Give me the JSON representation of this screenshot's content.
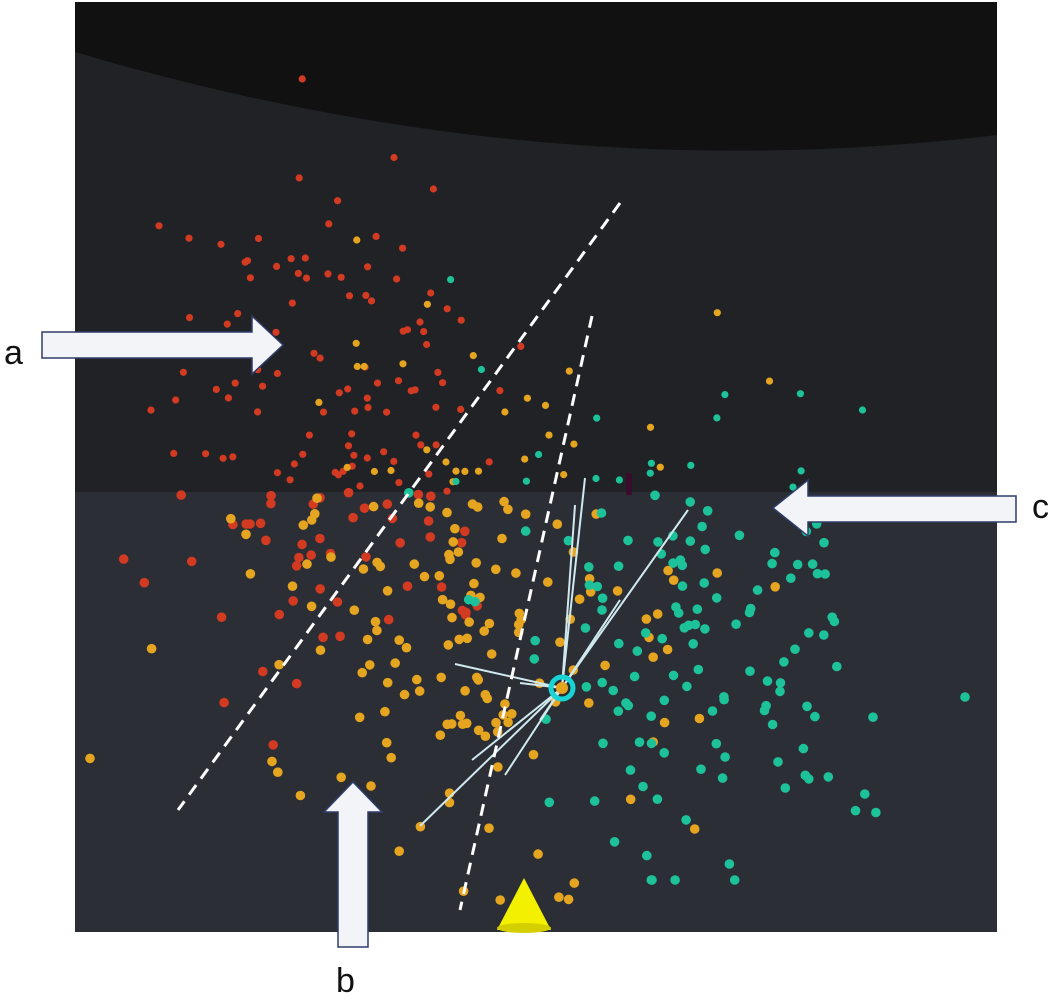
{
  "figure": {
    "labels": {
      "a": "a",
      "b": "b",
      "c": "c"
    }
  },
  "colors": {
    "background": "#ffffff",
    "sky": "#111111",
    "wall": "#202226",
    "floor": "#2b2e35",
    "cluster_a": "#d23a22",
    "cluster_b": "#e6a520",
    "cluster_c": "#1ec29a",
    "selected_ring": "#19d4d4",
    "link_lines": "#cfe9ee",
    "divider_lines": "#ffffff",
    "avatar_cone": "#f3f000",
    "arrow_fill": "#f2f4f8",
    "arrow_stroke": "#2f3d6b"
  },
  "icons": {
    "arrow_a": "right-arrow-icon",
    "arrow_b": "up-arrow-icon",
    "arrow_c": "left-arrow-icon",
    "avatar": "cone-icon"
  }
}
